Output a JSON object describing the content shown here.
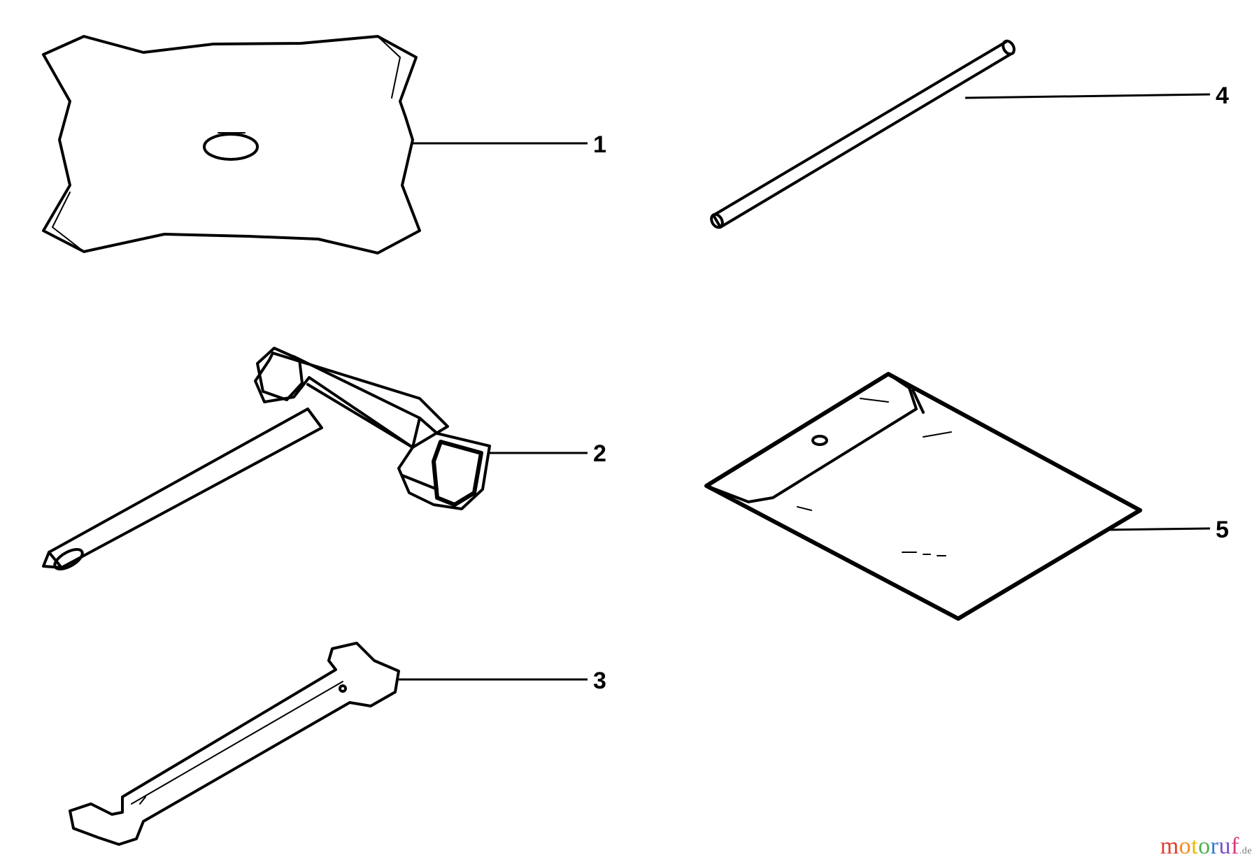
{
  "parts": [
    {
      "id": "blade",
      "number": "1"
    },
    {
      "id": "spark-plug-wrench",
      "number": "2"
    },
    {
      "id": "open-end-wrench",
      "number": "3"
    },
    {
      "id": "rod",
      "number": "4"
    },
    {
      "id": "manual-bag",
      "number": "5"
    }
  ],
  "watermark": {
    "letters": [
      "m",
      "o",
      "t",
      "o",
      "r",
      "u",
      "f"
    ],
    "colors": [
      "#e23b2e",
      "#f08a1c",
      "#e9b800",
      "#4caf50",
      "#2e7bd6",
      "#7a4fc9",
      "#d6387a"
    ],
    "suffix": ".de"
  }
}
